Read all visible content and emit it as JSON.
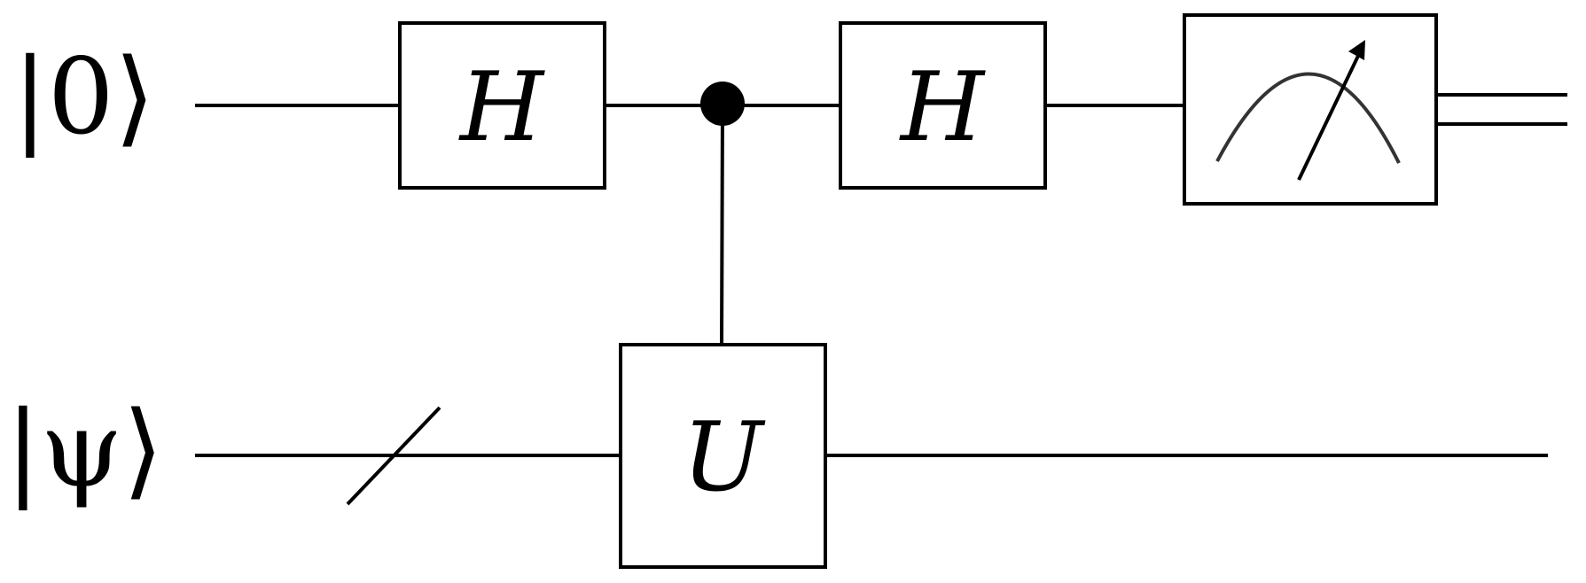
{
  "qubits": {
    "top": {
      "label": "|0⟩"
    },
    "bottom": {
      "label": "|ψ⟩"
    }
  },
  "gates": {
    "h1": {
      "label": "H"
    },
    "h2": {
      "label": "H"
    },
    "u": {
      "label": "U"
    }
  },
  "colors": {
    "stroke": "#000000",
    "meter": "#333333",
    "background": "#ffffff"
  }
}
